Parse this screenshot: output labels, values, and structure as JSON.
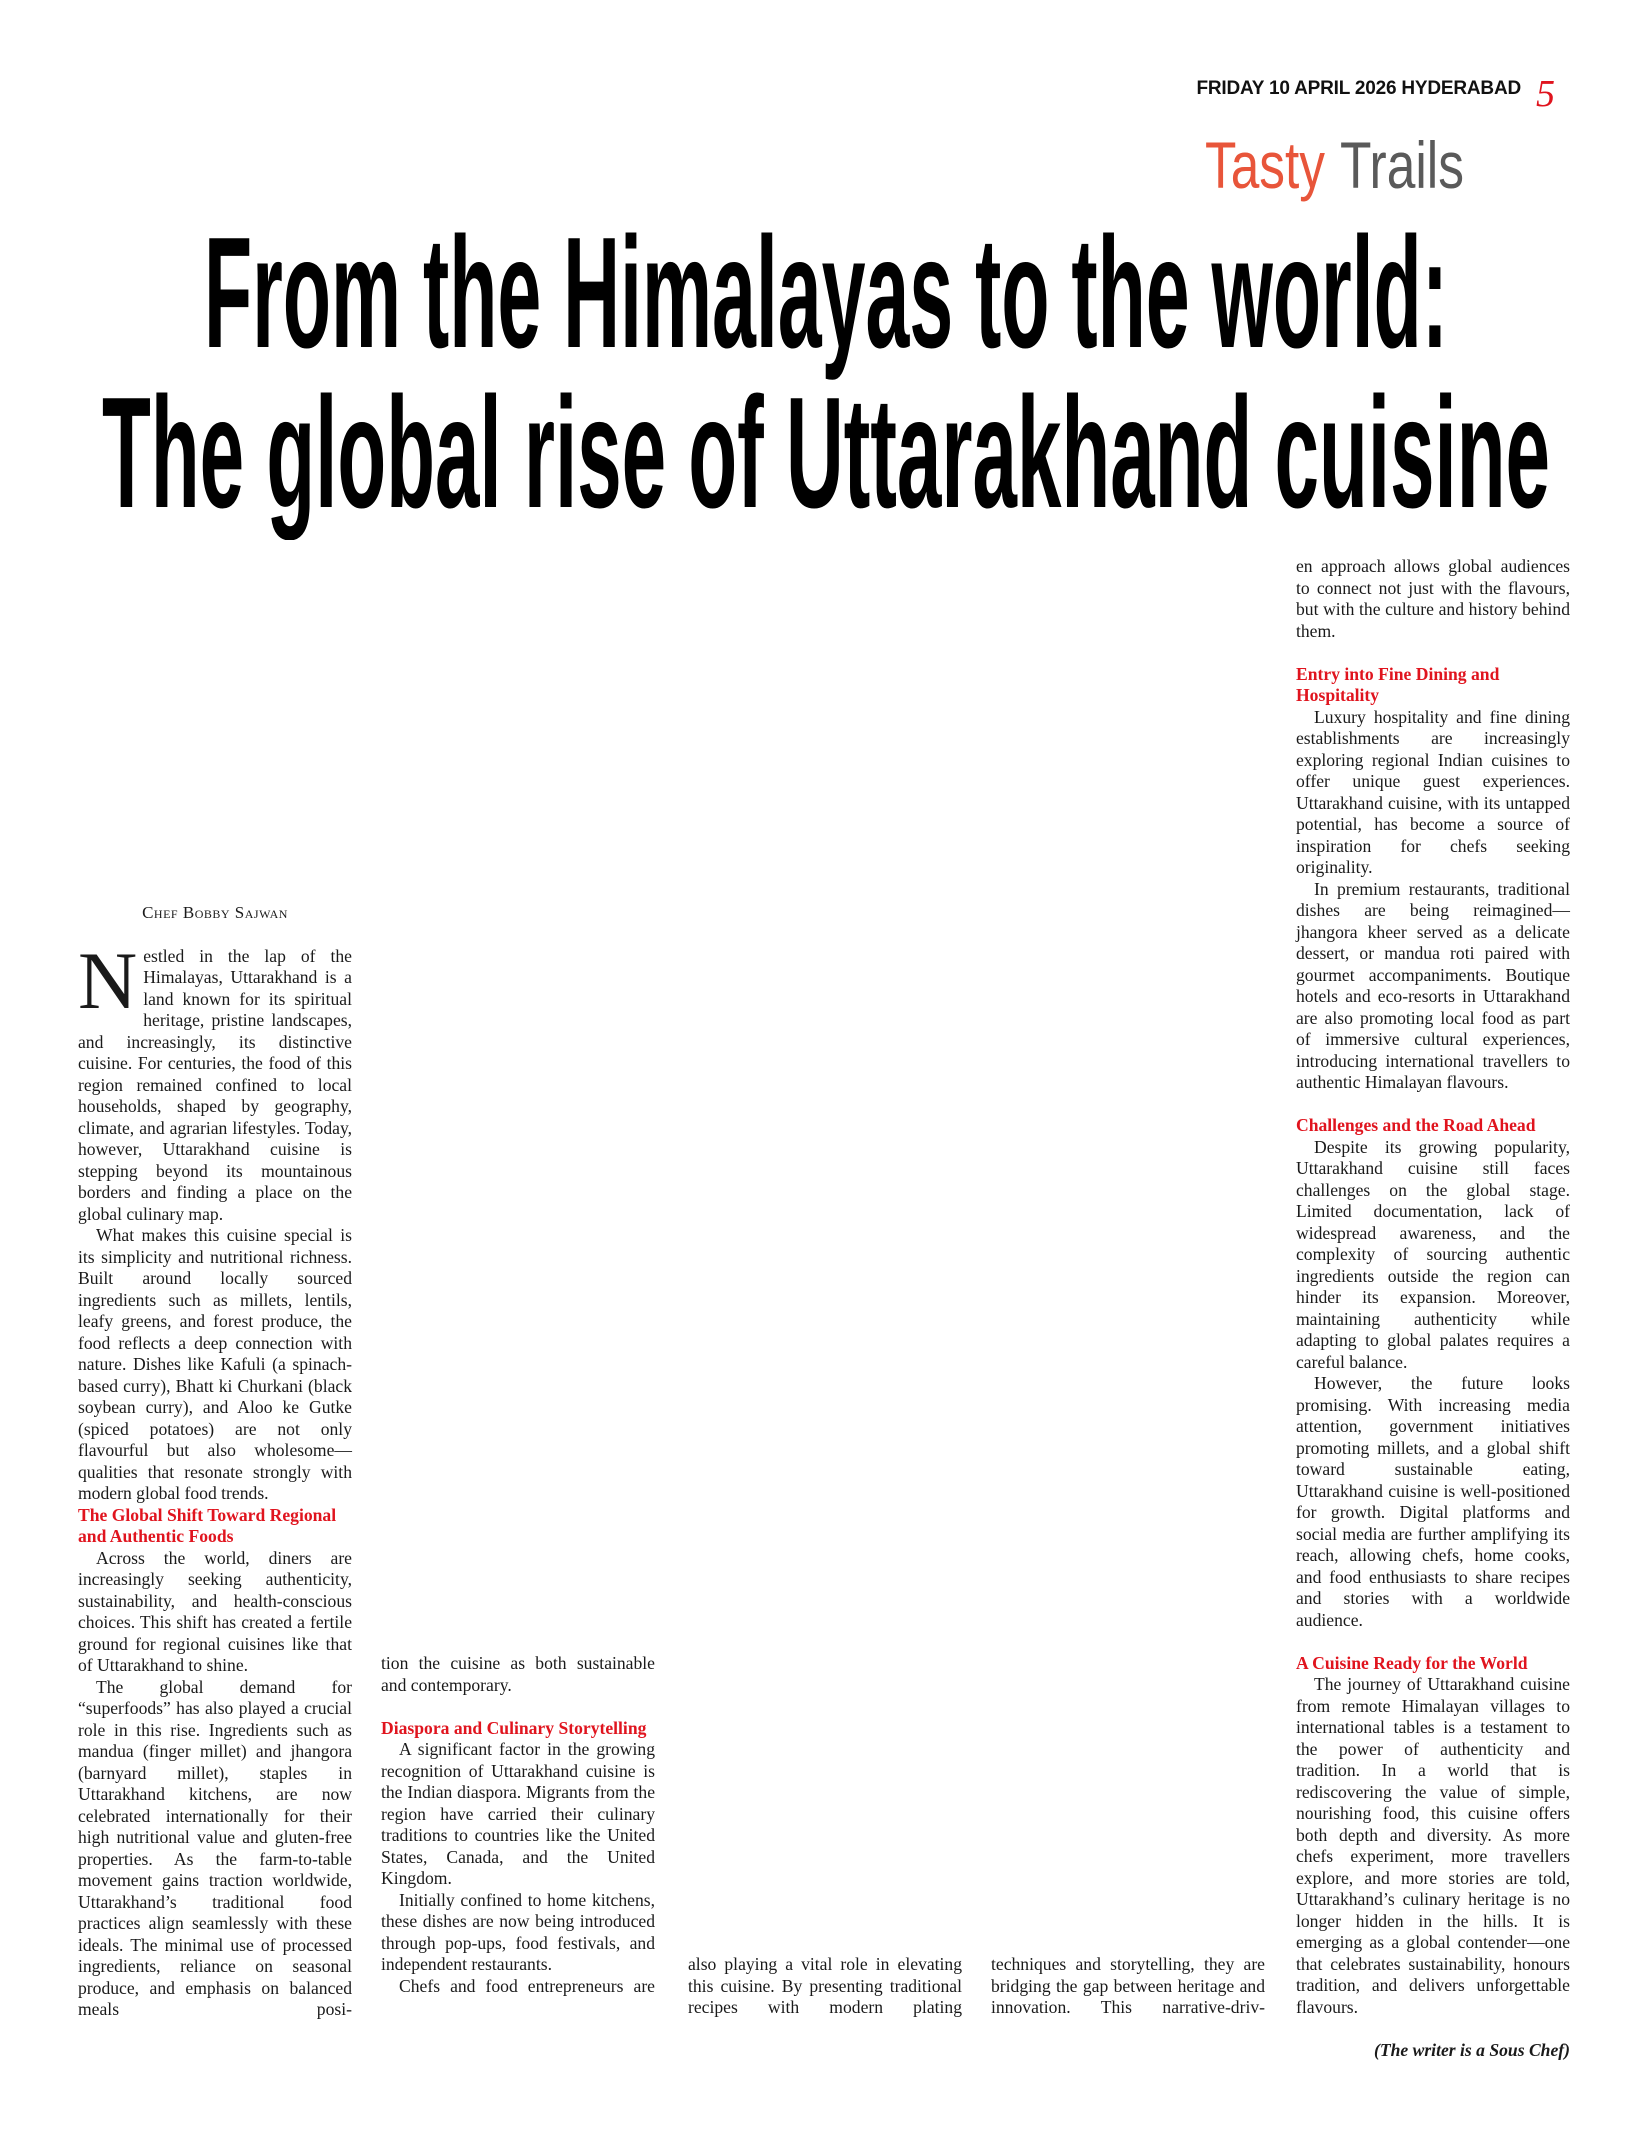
{
  "masthead": {
    "dateline": "FRIDAY 10 APRIL 2026 HYDERABAD",
    "page_number": "5"
  },
  "section": {
    "word1": "Tasty",
    "word2": "Trails",
    "color1": "#e8553a",
    "color2": "#5a5a5a"
  },
  "headline": {
    "line1": "From the Himalayas to the world:",
    "line2": "The global rise of Uttarakhand cuisine"
  },
  "byline": "Chef Bobby Sajwan",
  "col1": {
    "dropcap": "N",
    "p1": "estled in the lap of the Himalayas, Uttarakhand is a land known for its spiritual heritage, pristine landscapes, and increasingly, its distinctive cuisine. For centuries, the food of this region remained confined to local households, shaped by geography, climate, and agrarian lifestyles. Today, however, Uttarakhand cuisine is stepping beyond its mountainous borders and finding a place on the global culinary map.",
    "p2": "What makes this cuisine special is its simplicity and nutritional richness. Built around locally sourced ingredients such as millets, lentils, leafy greens, and forest produce, the food reflects a deep connection with nature. Dishes like Kafuli (a spinach-based curry), Bhatt ki Churkani (black soybean curry), and Aloo ke Gutke (spiced potatoes) are not only flavourful but also wholesome—qualities that resonate strongly with modern global food trends.",
    "h1": "The Global Shift Toward Regional and Authentic Foods",
    "p3": "Across the world, diners are increasingly seeking authenticity, sustainability, and health-conscious choices. This shift has created a fertile ground for regional cuisines like that of Uttarakhand to shine.",
    "p4": "The global demand for “superfoods” has also played a crucial role in this rise. Ingredients such as mandua (finger millet) and jhangora (barnyard millet), staples in Uttarakhand kitchens, are now celebrated internationally for their high nutritional value and gluten-free properties. As the farm-to-table movement gains traction worldwide, Uttarakhand’s traditional food practices align seamlessly with these ideals. The minimal use of processed ingredients, reliance on seasonal produce, and emphasis on balanced meals posi-"
  },
  "col2": {
    "cont": "tion the cuisine as both sustainable and contemporary.",
    "h1": "Diaspora and Culinary Storytelling",
    "p1": "A significant factor in the growing recognition of Uttarakhand cuisine is the Indian diaspora. Migrants from the region have carried their culinary traditions to countries like the United States, Canada, and the United Kingdom.",
    "p2": "Initially confined to home kitchens, these dishes are now being introduced through pop-ups, food festivals, and independent restaurants.",
    "p3": "Chefs and food entrepreneurs are"
  },
  "col3": {
    "cont": "also playing a vital role in elevating this cuisine. By presenting traditional recipes with modern plating"
  },
  "col4": {
    "cont": "techniques and storytelling, they are bridging the gap between heritage and innovation. This narrative-driv-"
  },
  "col5": {
    "cont": "en approach allows global audiences to connect not just with the flavours, but with the culture and history behind them.",
    "h1": "Entry into Fine Dining and Hospitality",
    "p1": "Luxury hospitality and fine dining establishments are increasingly exploring regional Indian cuisines to offer unique guest experiences. Uttarakhand cuisine, with its untapped potential, has become a source of inspiration for chefs seeking originality.",
    "p2": "In premium restaurants, traditional dishes are being reimagined—jhangora kheer served as a delicate dessert, or mandua roti paired with gourmet accompaniments. Boutique hotels and eco-resorts in Uttarakhand are also promoting local food as part of immersive cultural experiences, introducing international travellers to authentic Himalayan flavours.",
    "h2": "Challenges and the Road Ahead",
    "p3": "Despite its growing popularity, Uttarakhand cuisine still faces challenges on the global stage. Limited documentation, lack of widespread awareness, and the complexity of sourcing authentic ingredients outside the region can hinder its expansion. Moreover, maintaining authenticity while adapting to global palates requires a careful balance.",
    "p4": "However, the future looks promising. With increasing media attention, government initiatives promoting millets, and a global shift toward sustainable eating, Uttarakhand cuisine is well-positioned for growth. Digital platforms and social media are further amplifying its reach, allowing chefs, home cooks, and food enthusiasts to share recipes and stories with a worldwide audience.",
    "h3": "A Cuisine Ready for the World",
    "p5": "The journey of Uttarakhand cuisine from remote Himalayan villages to international tables is a testament to the power of authenticity and tradition. In a world that is rediscovering the value of simple, nourishing food, this cuisine offers both depth and diversity. As more chefs experiment, more travellers explore, and more stories are told, Uttarakhand’s culinary heritage is no longer hidden in the hills. It is emerging as a global contender—one that celebrates sustainability, honours tradition, and delivers unforgettable flavours.",
    "credit": "(The writer is a Sous Chef)"
  }
}
